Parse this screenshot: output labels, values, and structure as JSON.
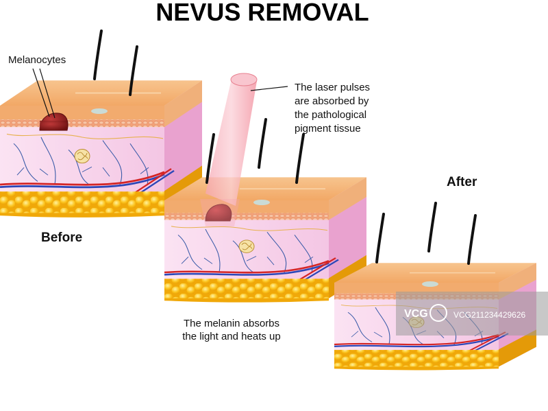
{
  "title": "NEVUS REMOVAL",
  "labels": {
    "melanocytes": "Melanocytes",
    "laser_line1": "The laser pulses",
    "laser_line2": "are absorbed by",
    "laser_line3": "the pathological",
    "laser_line4": "pigment tissue",
    "melanin_line1": "The melanin absorbs",
    "melanin_line2": "the light and heats up",
    "before": "Before",
    "after": "After"
  },
  "watermark": {
    "logo": "VCG",
    "text": "VCG211234429626"
  },
  "colors": {
    "skin_top": "#f5b97a",
    "skin_front": "#ee9f5e",
    "dermis": "#f8d3ec",
    "fat": "#fbbf14",
    "nevus": "#8e1f1f",
    "laser": "#f28b9a"
  }
}
